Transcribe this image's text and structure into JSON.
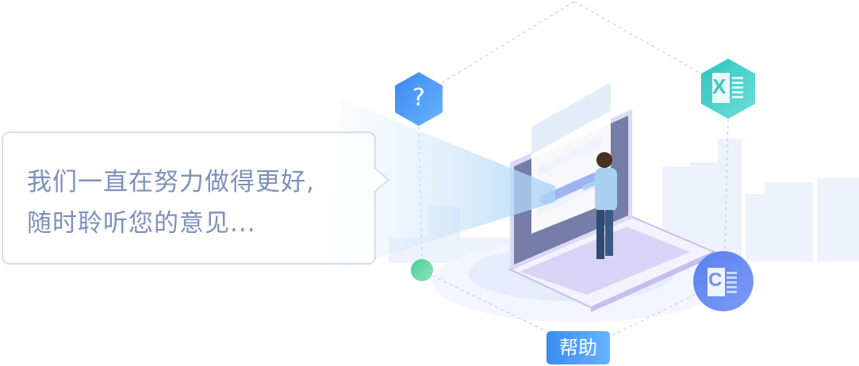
{
  "bubble": {
    "line1": "我们一直在努力做得更好,",
    "line2": "随时聆听您的意见..."
  },
  "help_button": {
    "label": "帮助"
  },
  "icons": {
    "question": {
      "glyph": "?",
      "color": "#3c8cf0"
    },
    "excel": {
      "glyph": "X",
      "color": "#38c9c4"
    },
    "office": {
      "glyph": "C",
      "color": "#5f86ee"
    },
    "dot": {
      "color": "#66d6a3"
    }
  }
}
